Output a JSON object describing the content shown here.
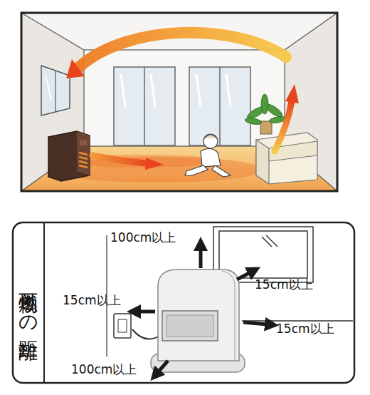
{
  "diagram": {
    "nodes": [
      {
        "text": [
          "可燃物との距離"
        ]
      }
    ],
    "labels": [
      "100cm以上",
      "15cm以上",
      "15cm以上",
      "15cm以上",
      "100cm以上"
    ]
  }
}
